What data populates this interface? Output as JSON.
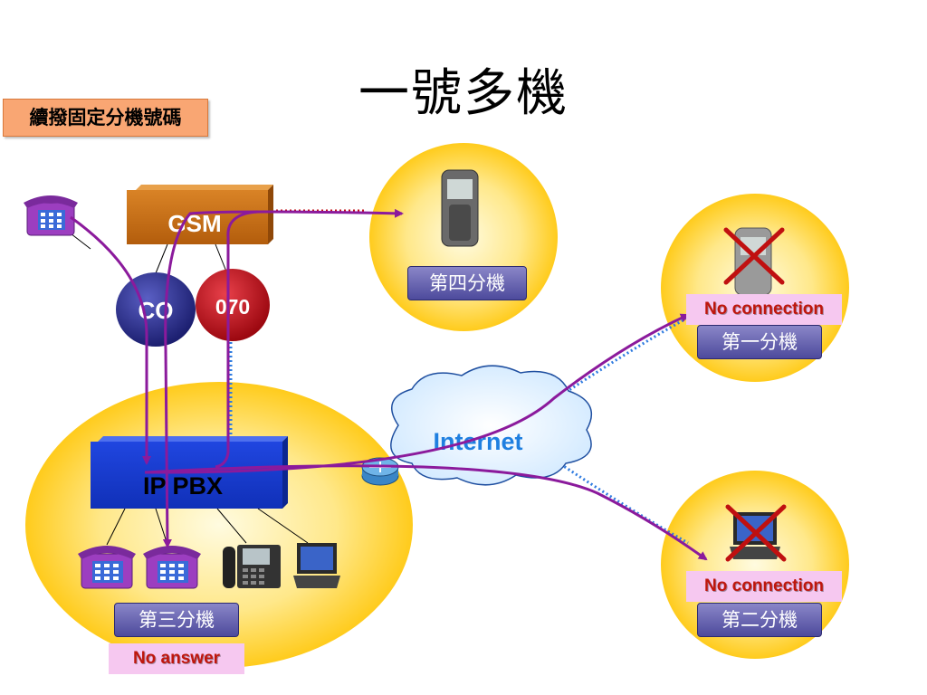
{
  "title": "一號多機",
  "note": "續撥固定分機號碼",
  "nodes": {
    "gsm": "GSM",
    "co": "CO",
    "n070": "070",
    "pbx": "IP PBX",
    "internet": "Internet"
  },
  "extensions": {
    "ext4": "第四分機",
    "ext1": "第一分機",
    "ext2": "第二分機",
    "ext3": "第三分機"
  },
  "statuses": {
    "ext1": "No connection",
    "ext2": "No connection",
    "ext3": "No answer"
  },
  "colors": {
    "arrow": "#8b1a9c",
    "zone_gradient_inner": "#fffbe0",
    "zone_gradient_outer": "#ffc400",
    "pbx_blue": "#1a3ecf",
    "gsm_orange": "#c06a10",
    "co_navy": "#2a2f86",
    "red_070": "#c0101a",
    "internet_text": "#1f7fe0",
    "label_purple": "#5a56a8",
    "warn_bg": "#f6c8f0",
    "warn_text": "#c0160c"
  }
}
